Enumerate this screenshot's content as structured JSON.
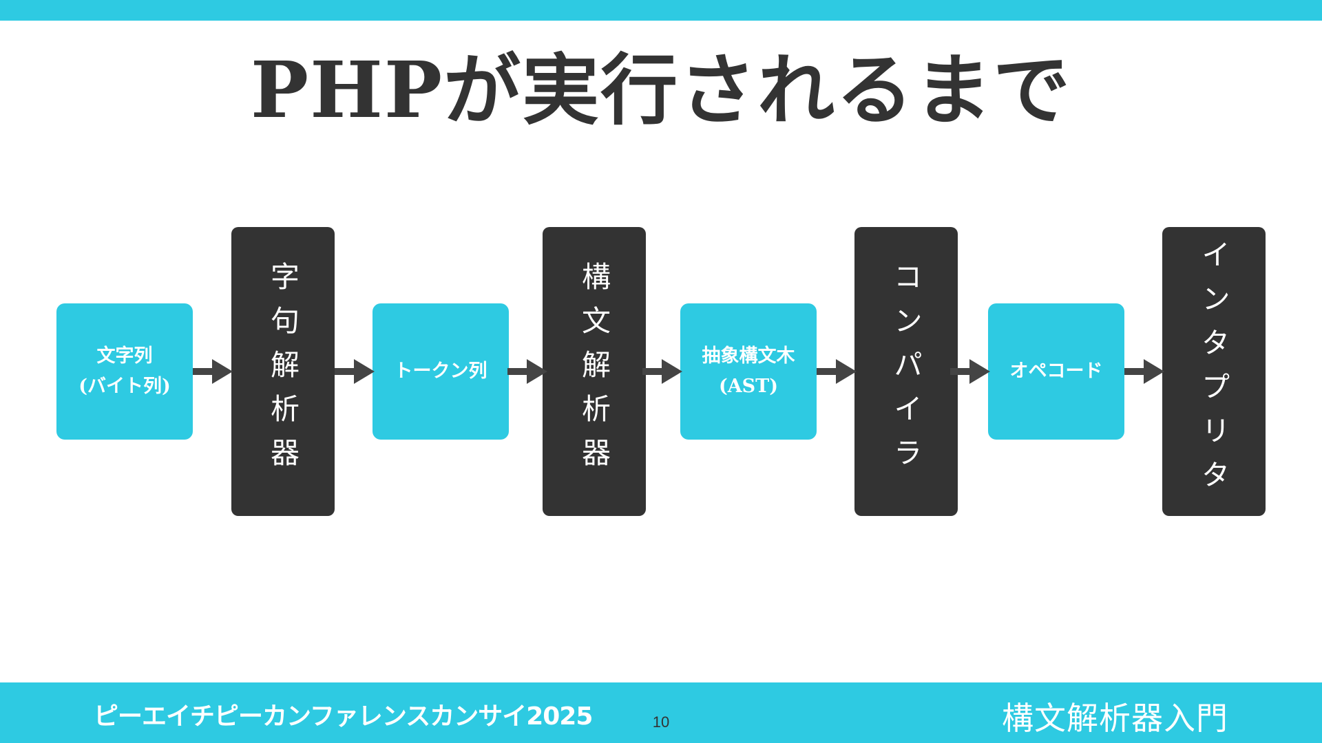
{
  "colors": {
    "accent": "#2ECAE2",
    "dark": "#333333",
    "arrow": "#444444",
    "text_on_box": "#FFFFFF"
  },
  "title": "PHPが実行されるまで",
  "flow": {
    "data_nodes": [
      {
        "label": "文字列\n(バイト列)"
      },
      {
        "label": "トークン列"
      },
      {
        "label": "抽象構文木\n(AST)"
      },
      {
        "label": "オペコード"
      }
    ],
    "process_nodes": [
      {
        "label": "字句解析器"
      },
      {
        "label": "構文解析器"
      },
      {
        "label": "コンパイラ"
      },
      {
        "label": "インタプリタ"
      }
    ]
  },
  "footer": {
    "event_logo": "ピーエイチピーカンファレンスカンサイ2025",
    "page_number": "10",
    "talk_title": "構文解析器入門"
  }
}
